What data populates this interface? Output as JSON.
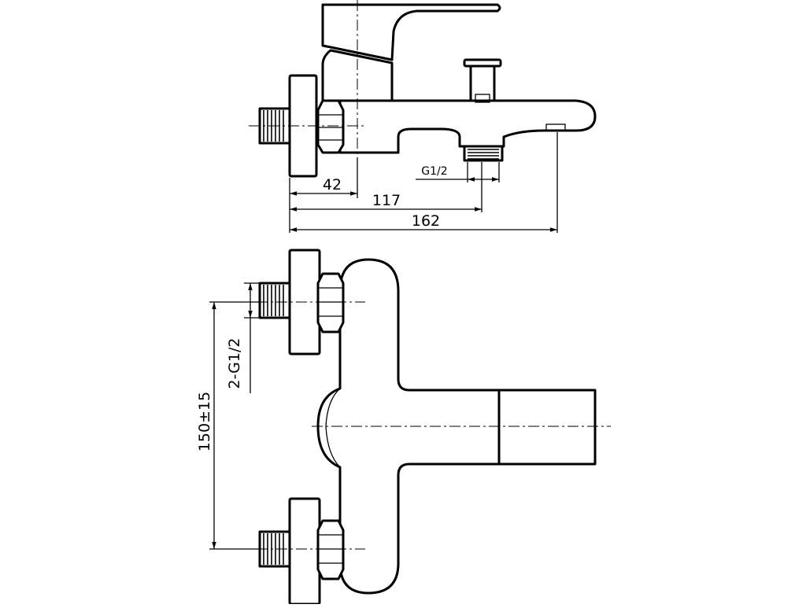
{
  "drawing": {
    "top_view_dimensions": {
      "dim_a": "42",
      "dim_b": "117",
      "dim_c": "162",
      "outlet_thread": "G1/2"
    },
    "front_view_dimensions": {
      "inlet_thread": "2-G1/2",
      "inlet_spacing": "150±15"
    }
  }
}
